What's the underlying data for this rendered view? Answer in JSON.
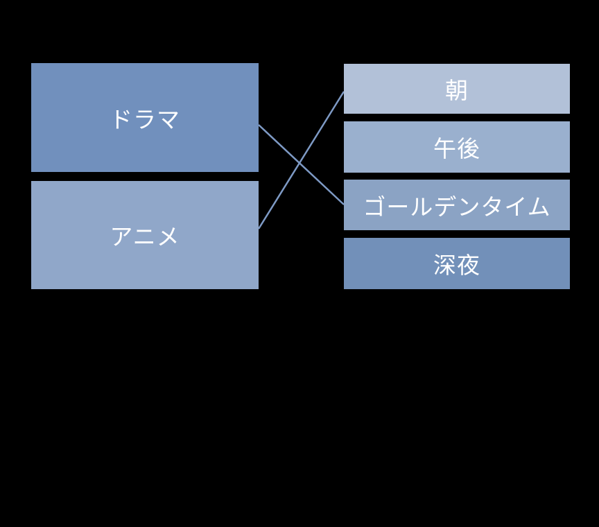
{
  "diagram": {
    "background_color": "#000000",
    "text_color": "#ffffff",
    "line_color": "#7e9ac5",
    "left_items": [
      {
        "label": "ドラマ",
        "color": "#7190bd"
      },
      {
        "label": "アニメ",
        "color": "#90a7c9"
      }
    ],
    "right_items": [
      {
        "label": "朝",
        "color": "#b2c1d8"
      },
      {
        "label": "午後",
        "color": "#9ab0ce"
      },
      {
        "label": "ゴールデンタイム",
        "color": "#8ba3c4"
      },
      {
        "label": "深夜",
        "color": "#7290b9"
      }
    ],
    "connections": [
      {
        "from": "ドラマ",
        "to": "ゴールデンタイム"
      },
      {
        "from": "アニメ",
        "to": "朝"
      }
    ]
  }
}
